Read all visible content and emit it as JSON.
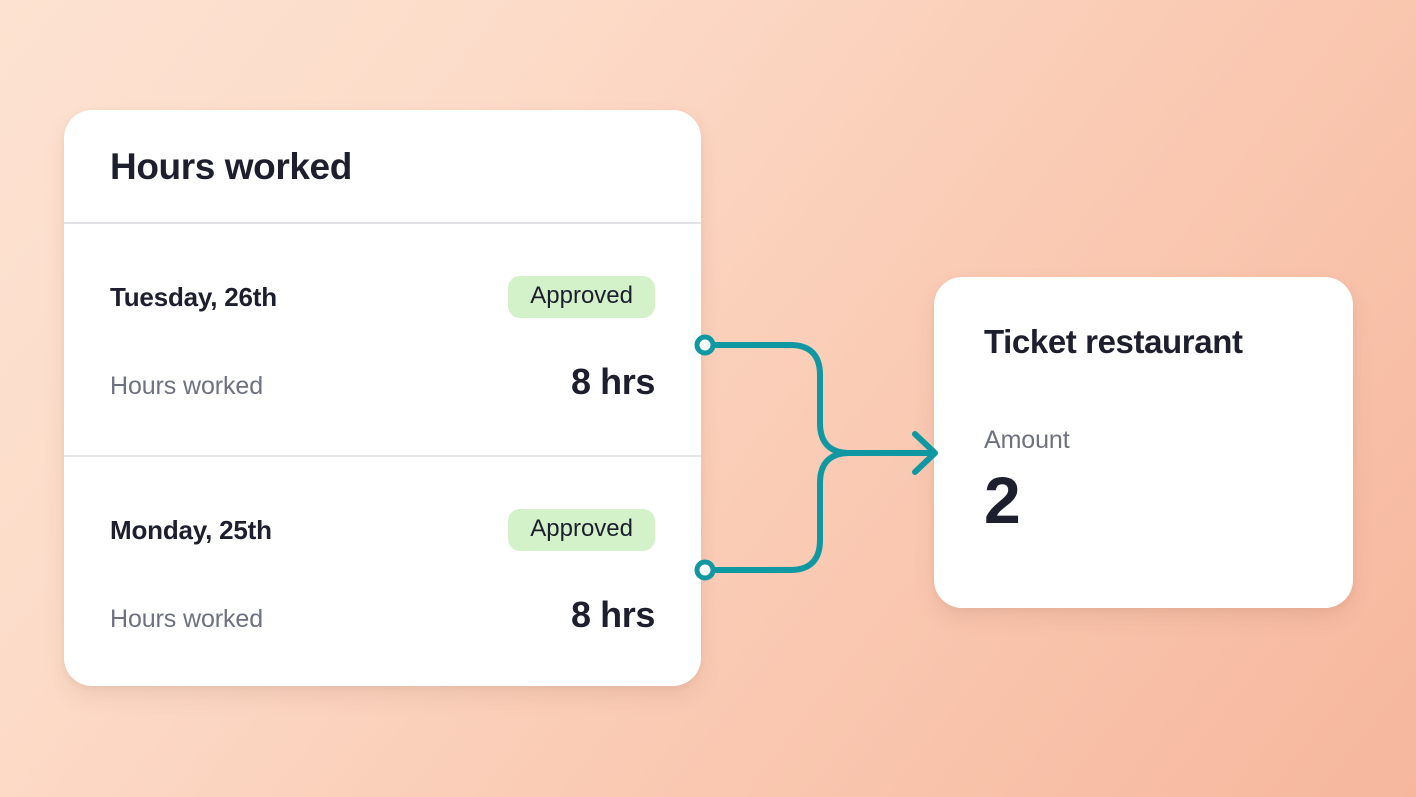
{
  "theme": {
    "background_gradient_from": "#fde2d1",
    "background_gradient_to": "#f6b79d",
    "card_background": "#ffffff",
    "text_primary": "#1d1f2e",
    "text_secondary": "#6e7180",
    "badge_background": "#d4f2c9",
    "divider": "#e3e4e8",
    "connector_accent": "#0f97a2"
  },
  "hours_card": {
    "title": "Hours worked",
    "rows": [
      {
        "day": "Tuesday, 26th",
        "status": "Approved",
        "metric_label": "Hours worked",
        "metric_value": "8 hrs"
      },
      {
        "day": "Monday, 25th",
        "status": "Approved",
        "metric_label": "Hours worked",
        "metric_value": "8 hrs"
      }
    ]
  },
  "ticket_card": {
    "title": "Ticket restaurant",
    "amount_label": "Amount",
    "amount_value": "2"
  },
  "connector": {
    "color": "#0f97a2",
    "node_top_label": "connector-node-top",
    "node_bottom_label": "connector-node-bottom",
    "arrow_label": "connector-arrow"
  }
}
